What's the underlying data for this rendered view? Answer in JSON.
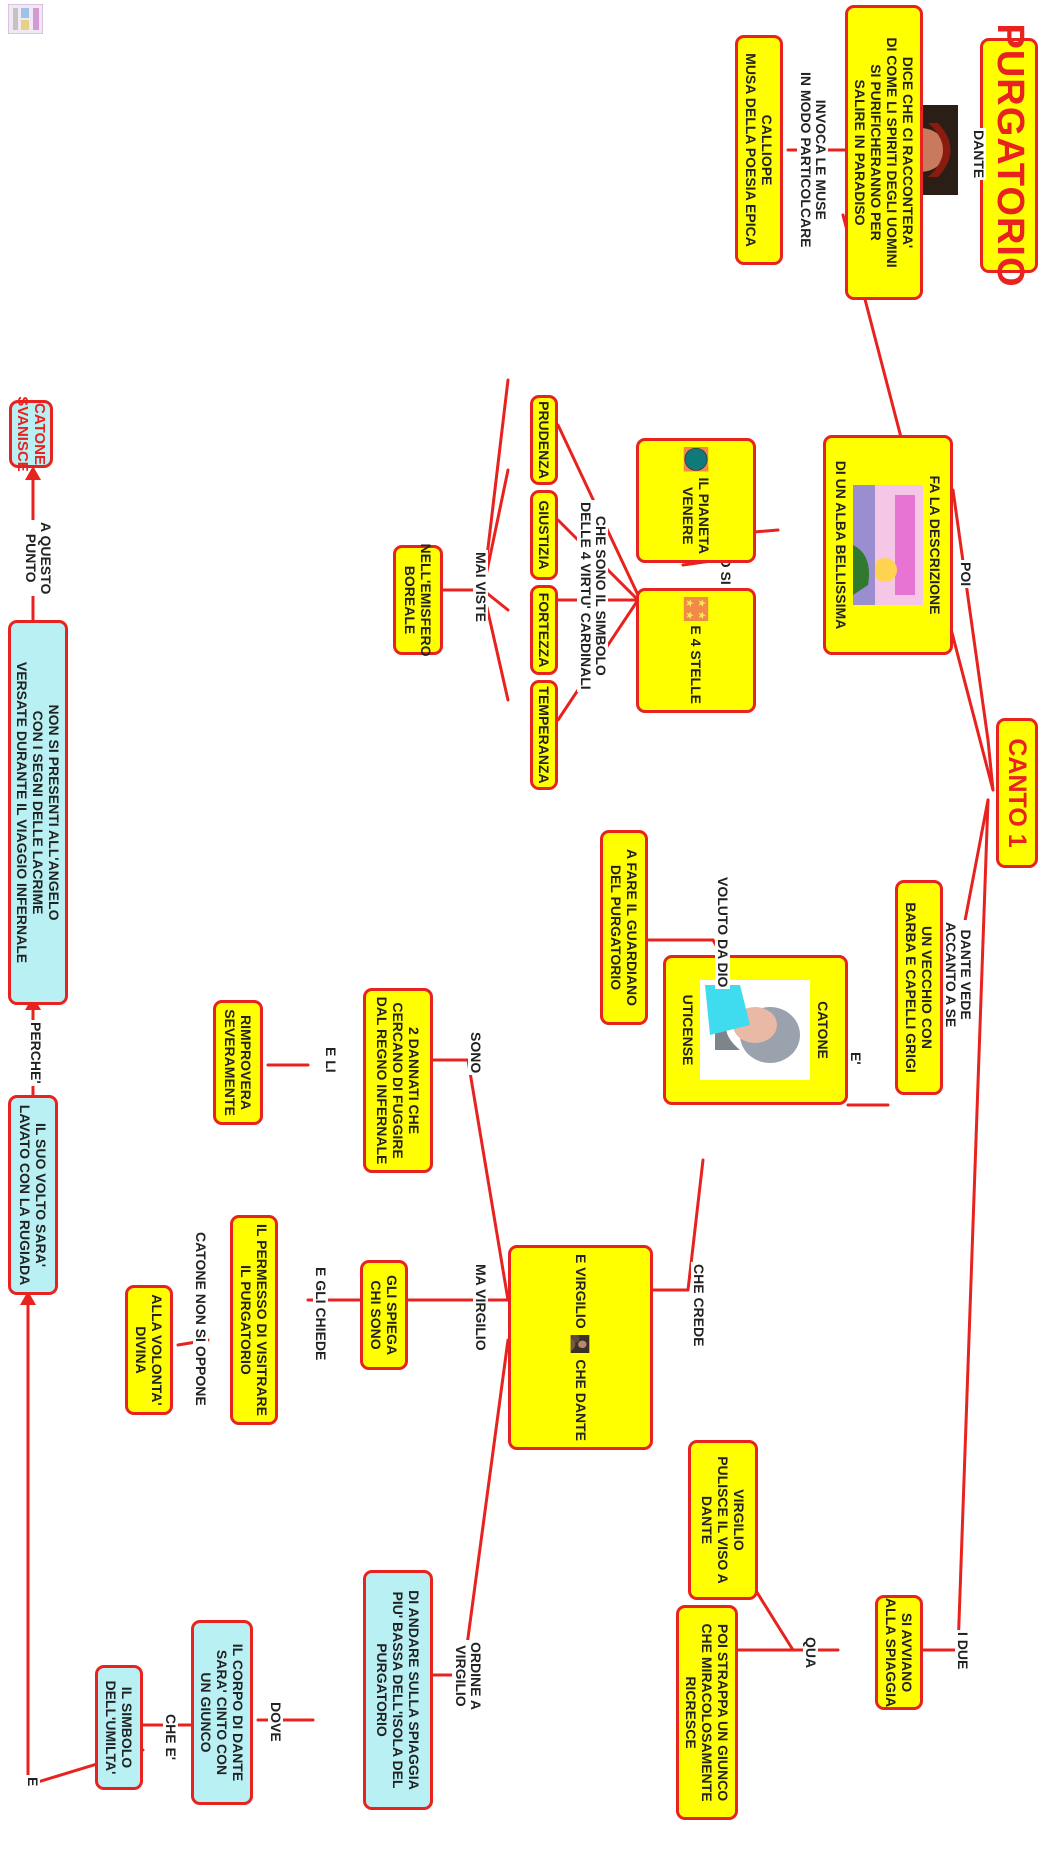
{
  "title": "PURGATORIO",
  "nodes": {
    "canto": "CANTO 1",
    "dice_che": "DICE CHE CI RACCONTERA'\nDI COME LI SPIRITI DEGLI UOMINI\nSI PURIFICHERANNO PER\nSALIRE IN PARADISO",
    "calliope": "CALLIOPE\nMUSA DELLA POESIA EPICA",
    "descrizione_top": "FA LA DESCRIZIONE",
    "descrizione_bottom": "DI UN ALBA BELLISSIMA",
    "pianeta": "IL PIANETA\nVENERE",
    "stelle": "E 4 STELLE",
    "prudenza": "PRUDENZA",
    "giustizia": "GIUSTIZIA",
    "fortezza": "FORTEZZA",
    "temperanza": "TEMPERANZA",
    "emisfero": "NELL'EMISFERO\nBOREALE",
    "catone_svanisce": "CATONE\nSVANISCE",
    "non_si_presenti": "NON SI PRESENTI ALL'ANGELO\nCON I SEGNI DELLE LACRIME\nVERSATE DURANTE IL VIAGGIO INFERNALE",
    "vecchio": "UN VECCHIO CON\nBARBA E CAPELLI GRIGI",
    "catone_top": "CATONE",
    "catone_bottom": "UTICENSE",
    "guardiano": "A FARE IL GUARDIANO\nDEL PURGATORIO",
    "dannati": "2 DANNATI CHE\nCERCANO DI FUGGIRE\nDAL REGNO INFERNALE",
    "rimprovera": "RIMPROVERA\nSEVERAMENTE",
    "dante_top": "CHE DANTE",
    "dante_bottom": "E VIRGILIO",
    "spiega": "GLI SPIEGA\nCHI SONO",
    "permesso": "IL PERMESSO DI VISITRARE\nIL PURGATORIO",
    "volonta": "ALLA VOLONTA'\nDIVINA",
    "volto": "IL SUO VOLTO SARA'\nLAVATO CON LA RUGIADA",
    "virgilio_pulisce": "VIRGILIO\nPULISCE IL VISO A\nDANTE",
    "avviano": "SI AVVIANO\nALLA SPIAGGIA",
    "giunco_strappa": "POI STRAPPA UN GIUNCO\nCHE MIRACOLOSAMENTE\nRICRESCE",
    "andare": "DI ANDARE SULLA SPIAGGIA\nPIU' BASSA DELL'ISOLA DEL\nPURGATORIO",
    "corpo": "IL CORPO DI DANTE\nSARA' CINTO CON\nUN GIUNCO",
    "umilta": "IL SIMBOLO\nDELL'UMILTA'"
  },
  "labels": {
    "dante": "DANTE",
    "invoca": "INVOCA LE MUSE\nIN MODO PARTICOLCARE",
    "poi": "POI",
    "in_cielo": "IN CIELO SI VEDE",
    "simbolo": "CHE SONO IL SIMBOLO\nDELLE 4 VIRTU' CARDINALI",
    "mai_viste": "MAI VISTE",
    "a_questo": "A QUESTO\nPUNTO",
    "dante_vede": "DANTE VEDE\nACCANTO A SE",
    "e_apos": "E'",
    "voluto": "VOLUTO DA DIO",
    "sono": "SONO",
    "e_li": "E LI",
    "che_crede": "CHE CREDE",
    "ma_virgilio": "MA VIRGILIO",
    "e_gli_chiede": "E GLI CHIEDE",
    "catone_non": "CATONE NON SI OPPONE",
    "perche": "PERCHE'",
    "i_due": "I DUE",
    "qua": "QUA",
    "ordine": "ORDINE A\nVIRGILIO",
    "dove": "DOVE",
    "che_e": "CHE E'",
    "e": "E"
  },
  "colors": {
    "line": "#e8221e",
    "yellow_box": "#ffff00",
    "cyan_box": "#b9f0f4",
    "border": "#e8221e",
    "venere": "#0f7a78",
    "stelle_bg": "#f4884a",
    "star": "#ffe35a"
  },
  "images": [
    "dante-portrait",
    "dawn-sky-picture",
    "venus-planet",
    "four-stars",
    "catone-figure",
    "dante-virgilio-picture",
    "logo-thumbnail"
  ]
}
